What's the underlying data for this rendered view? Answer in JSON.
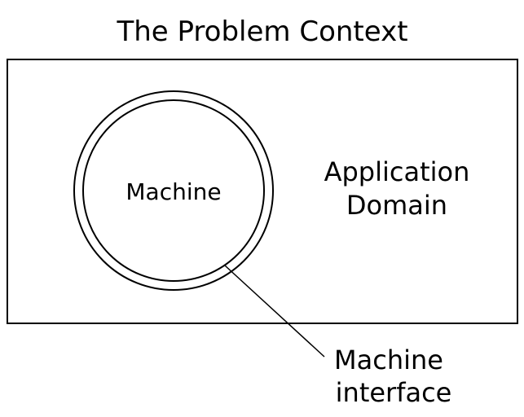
{
  "title": "The Problem Context",
  "diagram": {
    "machine_label": "Machine",
    "application_domain": {
      "line1": "Application",
      "line2": "Domain"
    },
    "machine_interface": {
      "line1": "Machine",
      "line2": "interface"
    },
    "colors": {
      "stroke": "#000000",
      "background": "#ffffff",
      "text": "#000000"
    }
  }
}
